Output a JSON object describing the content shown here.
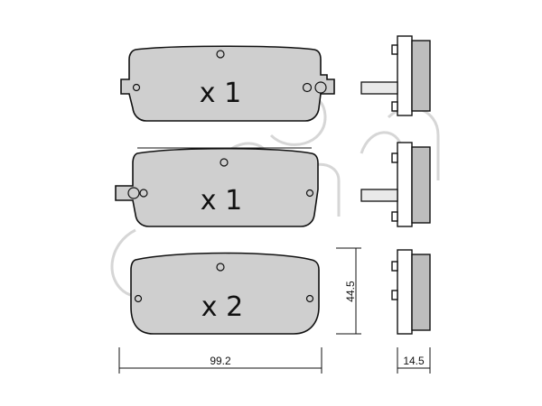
{
  "pads": [
    {
      "quantity": "x 1"
    },
    {
      "quantity": "x 1"
    },
    {
      "quantity": "x 2"
    }
  ],
  "dimensions": {
    "width": "99.2",
    "height": "44.5",
    "thickness": "14.5"
  },
  "colors": {
    "pad_fill": "#cfcfcf",
    "watermark": "#d6d6d6",
    "outline": "#111111"
  }
}
